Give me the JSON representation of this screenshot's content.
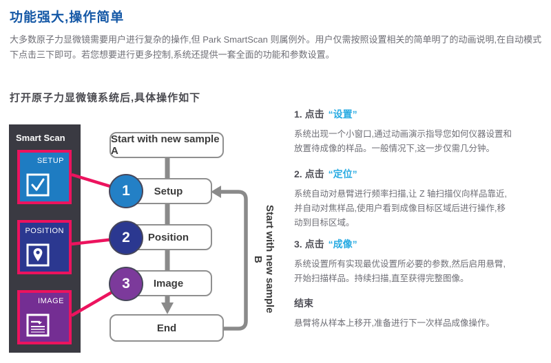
{
  "page": {
    "title": "功能强大,操作简单",
    "intro": "大多数原子力显微镜需要用户进行复杂的操作,但 Park SmartScan 则属例外。用户仅需按照设置相关的简单明了的动画说明,在自动模式下点击三下即可。若您想要进行更多控制,系统还提供一套全面的功能和参数设置。",
    "subtitle": "打开原子力显微镜系统后,具体操作如下"
  },
  "diagram": {
    "panel_title": "Smart Scan",
    "tiles": [
      {
        "label": "SETUP",
        "icon": "checkbox-icon",
        "color": "#1E7CC2"
      },
      {
        "label": "POSITION",
        "icon": "map-pin-icon",
        "color": "#2B3890"
      },
      {
        "label": "IMAGE",
        "icon": "scan-lines-icon",
        "color": "#742E93"
      }
    ],
    "flow": {
      "start": "Start with new sample A",
      "steps": [
        {
          "num": "1",
          "label": "Setup",
          "color": "#2380C6"
        },
        {
          "num": "2",
          "label": "Position",
          "color": "#2B3890"
        },
        {
          "num": "3",
          "label": "Image",
          "color": "#7C3A9B"
        }
      ],
      "end": "End",
      "loop_label": "Start with new sample B"
    },
    "colors": {
      "accent_pink": "#EC135E",
      "panel_bg": "#3A3A42",
      "connector_gray": "#8A8A8A"
    }
  },
  "instructions": [
    {
      "prefix": "1. 点击",
      "action": "“设置”",
      "body": "系统出现一个小窗口,通过动画演示指导您如何仪器设置和放置待成像的样品。一般情况下,这一步仅需几分钟。"
    },
    {
      "prefix": "2. 点击",
      "action": "“定位”",
      "body": "系统自动对悬臂进行频率扫描,让 Z 轴扫描仪向样品靠近,并自动对焦样品,使用户看到成像目标区域后进行操作,移动到目标区域。"
    },
    {
      "prefix": "3. 点击",
      "action": "“成像”",
      "body": "系统设置所有实现最优设置所必要的参数,然后启用悬臂,开始扫描样品。持续扫描,直至获得完整图像。"
    },
    {
      "prefix": "结束",
      "action": "",
      "body": "悬臂将从样本上移开,准备进行下一次样品成像操作。"
    }
  ]
}
